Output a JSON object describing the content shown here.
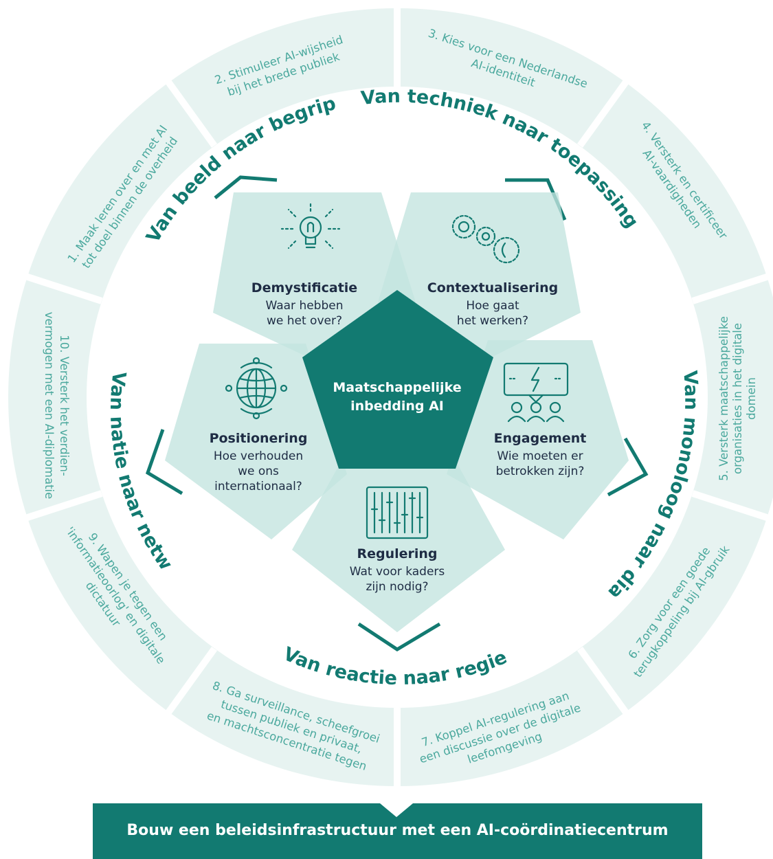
{
  "center": {
    "line1": "Maatschappelijke",
    "line2": "inbedding AI"
  },
  "pillars": {
    "demystificatie": {
      "title": "Demystificatie",
      "sub1": "Waar hebben",
      "sub2": "we het over?"
    },
    "contextualisering": {
      "title": "Contextualisering",
      "sub1": "Hoe gaat",
      "sub2": "het werken?"
    },
    "engagement": {
      "title": "Engagement",
      "sub1": "Wie moeten er",
      "sub2": "betrokken zijn?"
    },
    "regulering": {
      "title": "Regulering",
      "sub1": "Wat voor kaders",
      "sub2": "zijn nodig?"
    },
    "positionering": {
      "title": "Positionering",
      "sub1": "Hoe verhouden",
      "sub2": "we ons",
      "sub3": "internationaal?"
    }
  },
  "arcs": {
    "beeld_begrip": "Van beeld naar begrip",
    "techniek_toepassing": "Van techniek naar toepassing",
    "monoloog_dialoog": "Van monoloog naar dialoog",
    "reactie_regie": "Van reactie naar regie",
    "natie_netwerk": "Van natie naar netwerk"
  },
  "segments": {
    "s1": [
      "1. Maak leren over en met AI",
      "tot doel binnen de overheid"
    ],
    "s2": [
      "2. Stimuleer AI-wijsheid",
      "bij het brede publiek"
    ],
    "s3": [
      "3. Kies voor een Nederlandse",
      "AI-identiteit"
    ],
    "s4": [
      "4. Versterk en certificeer",
      "AI-vaardigheden"
    ],
    "s5": [
      "5. Versterk maatschappelijke",
      "organisaties in het digitale",
      "domein"
    ],
    "s6": [
      "6. Zorg voor een goede",
      "terugkoppeling bij AI-gbruik"
    ],
    "s7": [
      "7. Koppel AI-regulering aan",
      "een discussie over de digitale",
      "leefomgeving"
    ],
    "s8": [
      "8. Ga surveillance, scheefgroei",
      "tussen publiek en privaat,",
      "en machtsconcentratie tegen"
    ],
    "s9": [
      "9. Wapen je tegen een",
      "'informatieoorlog' en digitale",
      "dictatuur"
    ],
    "s10": [
      "10. Versterk het verdien-",
      "vermogen met een AI-diplomatie"
    ]
  },
  "banner": "Bouw een beleidsinfrastructuur met een AI-coördinatiecentrum",
  "colors": {
    "teal_dark": "#127a71",
    "teal_light": "#c3e4df",
    "ring_bg": "#e7f3f1",
    "navy_text": "#1e2c44"
  },
  "icons": [
    "lightbulb-icon",
    "gears-icon",
    "speech-lightning-icon",
    "sliders-icon",
    "globe-icon"
  ]
}
